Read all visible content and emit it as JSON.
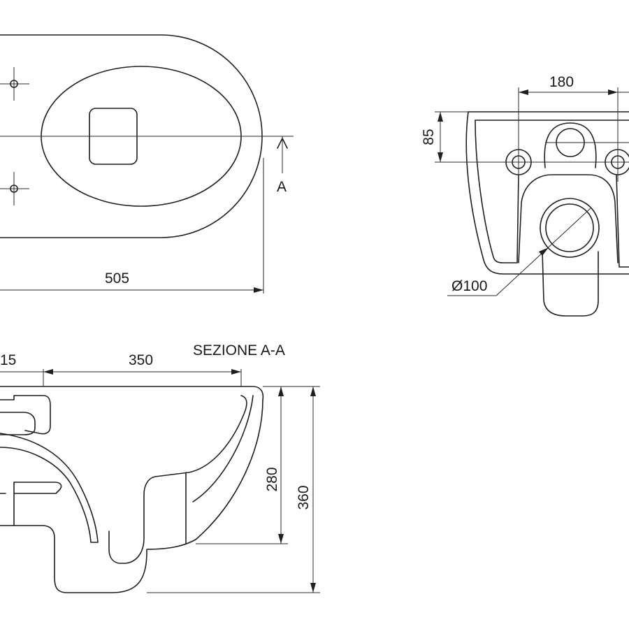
{
  "top_view": {
    "length_dim": "505",
    "section_marker": "A"
  },
  "rear_view": {
    "width_dim": "180",
    "height_dim": "85",
    "outlet_dim": "Ø100"
  },
  "section_view": {
    "title": "SEZIONE A-A",
    "dim_left": "15",
    "dim_top": "350",
    "dim_inner_height": "280",
    "dim_total_height": "360"
  }
}
